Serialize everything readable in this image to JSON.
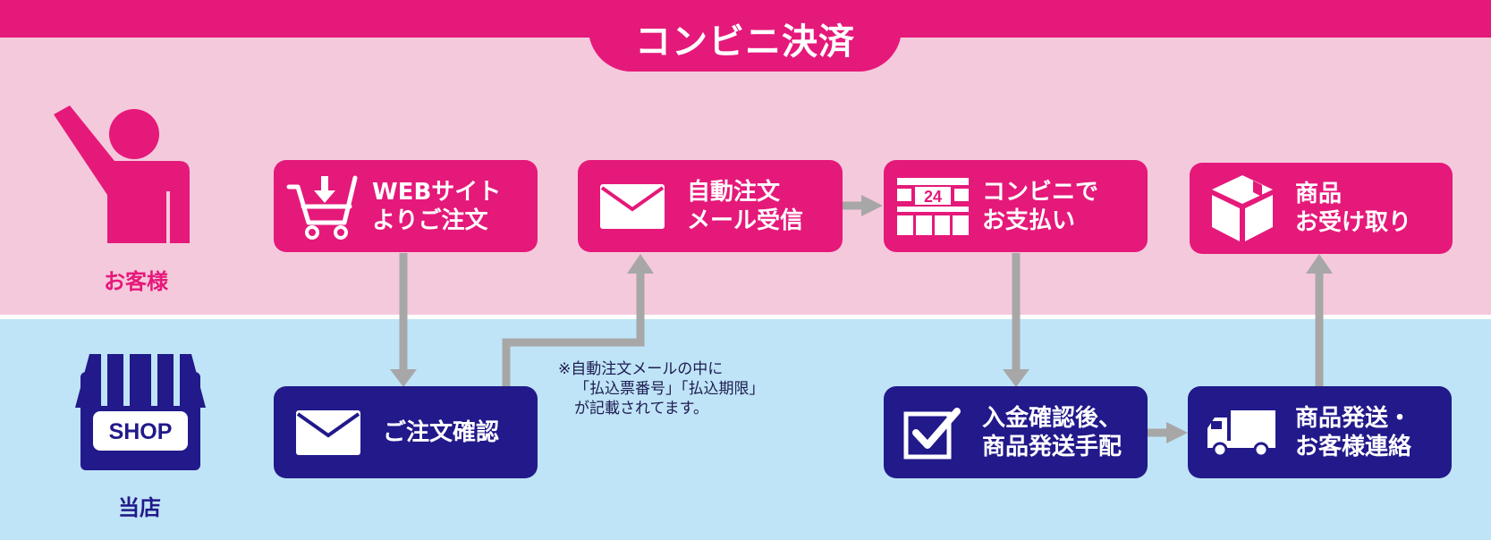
{
  "header": {
    "title": "コンビニ決済"
  },
  "actors": {
    "customer": {
      "label": "お客様",
      "icon": "person-waving-icon"
    },
    "store": {
      "label": "当店",
      "icon": "shop-icon",
      "sign": "SHOP"
    }
  },
  "steps": {
    "web_order": {
      "line1": "WEBサイト",
      "line2": "よりご注文",
      "icon": "cart-download-icon"
    },
    "order_confirm": {
      "line1": "ご注文確認",
      "icon": "envelope-icon"
    },
    "auto_mail": {
      "line1": "自動注文",
      "line2": "メール受信",
      "icon": "envelope-icon"
    },
    "pay": {
      "line1": "コンビニで",
      "line2": "お支払い",
      "icon": "convenience-store-icon",
      "icon_text": "24"
    },
    "deposit_check": {
      "line1": "入金確認後、",
      "line2": "商品発送手配",
      "icon": "checkbox-icon"
    },
    "ship": {
      "line1": "商品発送・",
      "line2": "お客様連絡",
      "icon": "truck-icon"
    },
    "receive": {
      "line1": "商品",
      "line2": "お受け取り",
      "icon": "package-icon"
    }
  },
  "note": {
    "line1": "※自動注文メールの中に",
    "line2": "「払込票番号」「払込期限」",
    "line3": "が記載されてます。"
  },
  "colors": {
    "pink": "#e5197a",
    "navy": "#22198a",
    "arrow": "#a7a7a7"
  }
}
